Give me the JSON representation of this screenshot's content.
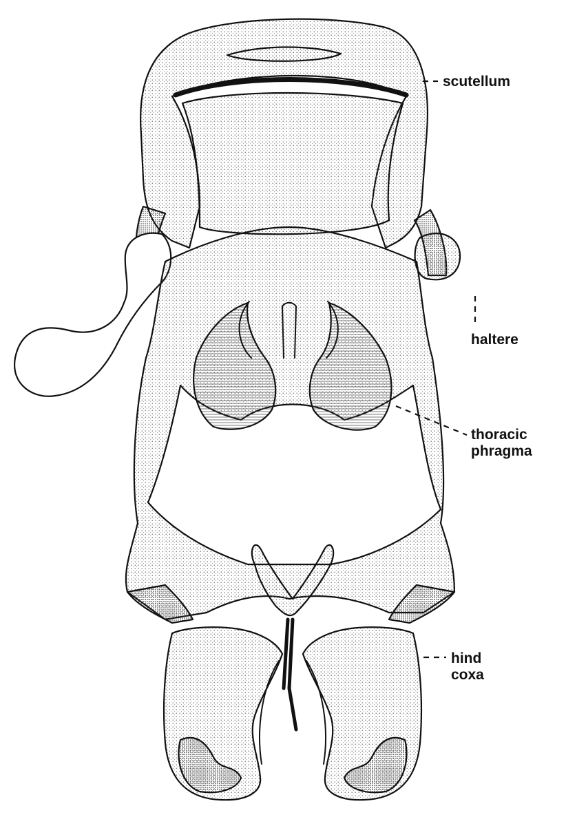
{
  "labels": {
    "scutellum": "scutellum",
    "haltere": "haltere",
    "thoracic_line1": "thoracic",
    "thoracic_line2": "phragma",
    "hind_line1": "hind",
    "hind_line2": "coxa"
  },
  "colors": {
    "ink": "#111111",
    "paper": "#ffffff",
    "stipple": "#6f6f6f",
    "dark_fill": "#4a4a4a"
  }
}
